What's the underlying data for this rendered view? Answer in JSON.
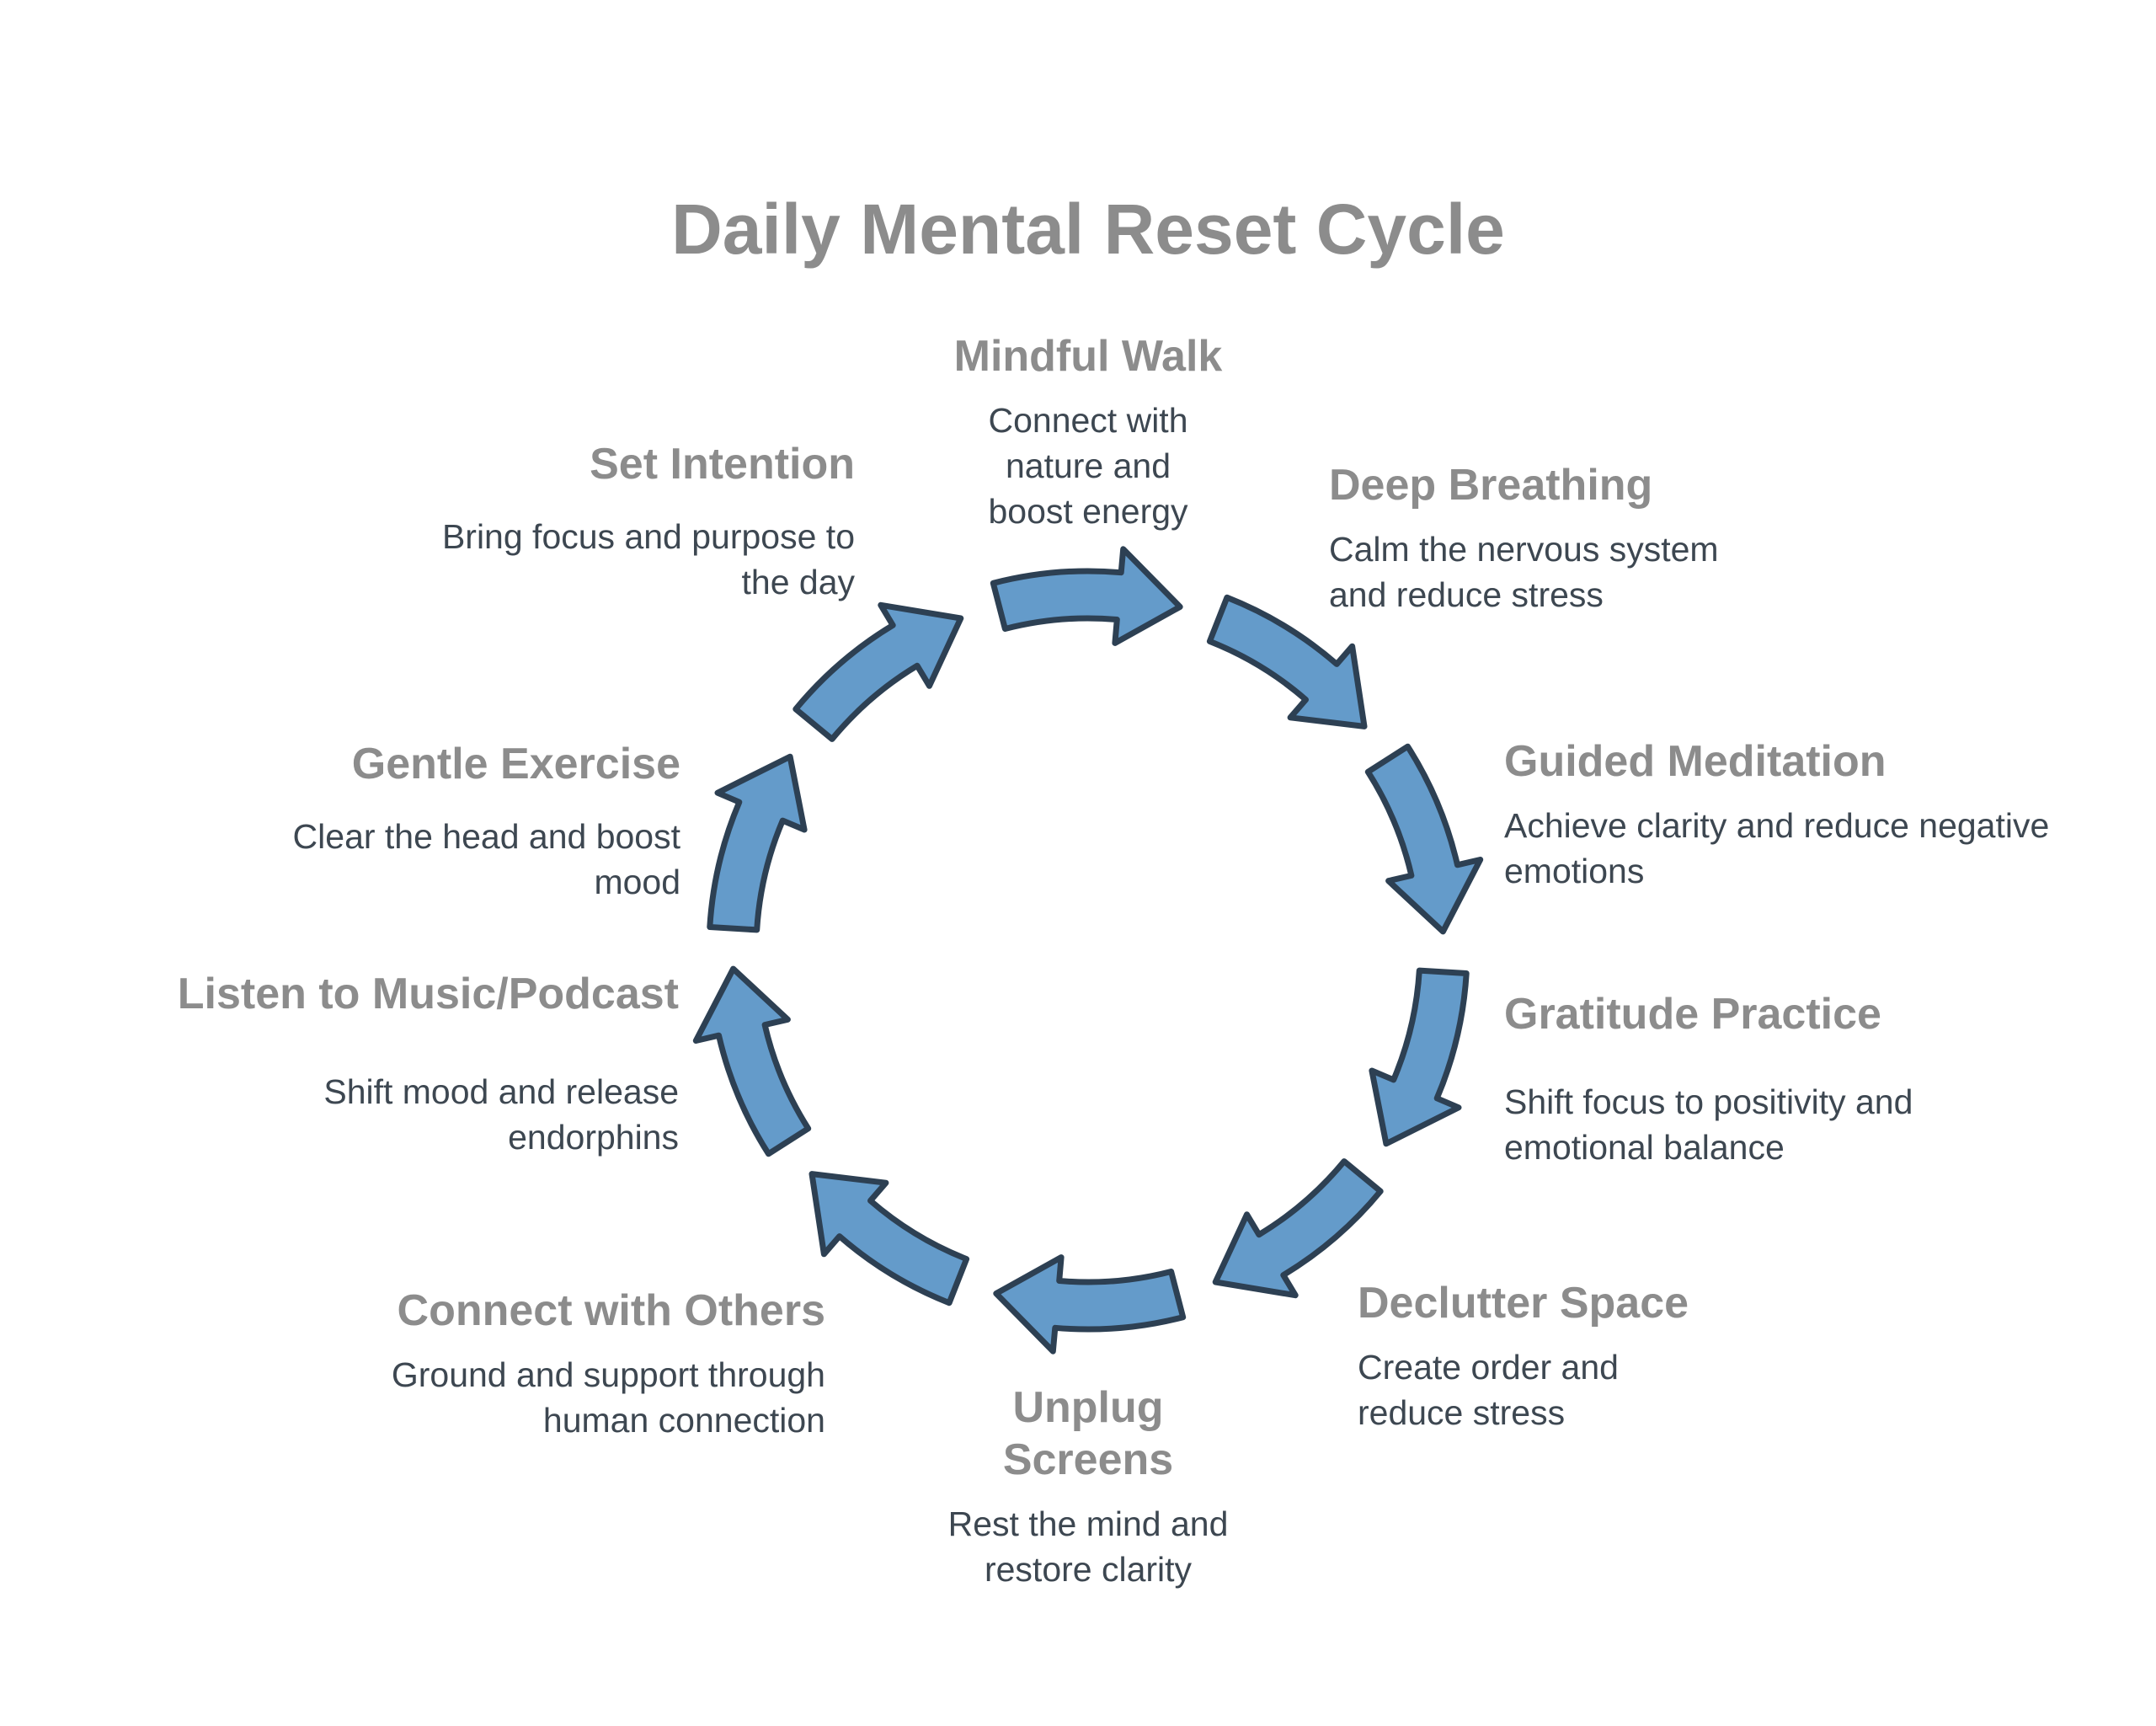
{
  "page": {
    "title": "Daily Mental Reset Cycle"
  },
  "colors": {
    "background": "#ffffff",
    "heading": "#8c8c8c",
    "body_text": "#3d4751",
    "arrow_fill": "#649bca",
    "arrow_stroke": "#2d4053"
  },
  "cycle": {
    "direction": "clockwise",
    "stages": [
      {
        "title_lines": [
          "Mindful Walk"
        ],
        "desc_lines": [
          "Connect with",
          "nature and",
          "boost energy"
        ]
      },
      {
        "title_lines": [
          "Deep Breathing"
        ],
        "desc_lines": [
          "Calm the nervous system",
          "and reduce stress"
        ]
      },
      {
        "title_lines": [
          "Guided Meditation"
        ],
        "desc_lines": [
          "Achieve clarity and reduce negative",
          "emotions"
        ]
      },
      {
        "title_lines": [
          "Gratitude Practice"
        ],
        "desc_lines": [
          "Shift focus to positivity and",
          "emotional balance"
        ]
      },
      {
        "title_lines": [
          "Declutter Space"
        ],
        "desc_lines": [
          "Create order and",
          "reduce stress"
        ]
      },
      {
        "title_lines": [
          "Unplug",
          "Screens"
        ],
        "desc_lines": [
          "Rest the mind and",
          "restore clarity"
        ]
      },
      {
        "title_lines": [
          "Connect with Others"
        ],
        "desc_lines": [
          "Ground and support through",
          "human connection"
        ]
      },
      {
        "title_lines": [
          "Listen to Music/Podcast"
        ],
        "desc_lines": [
          "Shift mood and release",
          "endorphins"
        ]
      },
      {
        "title_lines": [
          "Gentle Exercise"
        ],
        "desc_lines": [
          "Clear the head and boost",
          "mood"
        ]
      },
      {
        "title_lines": [
          "Set Intention"
        ],
        "desc_lines": [
          "Bring focus and purpose to",
          "the day"
        ]
      }
    ]
  }
}
